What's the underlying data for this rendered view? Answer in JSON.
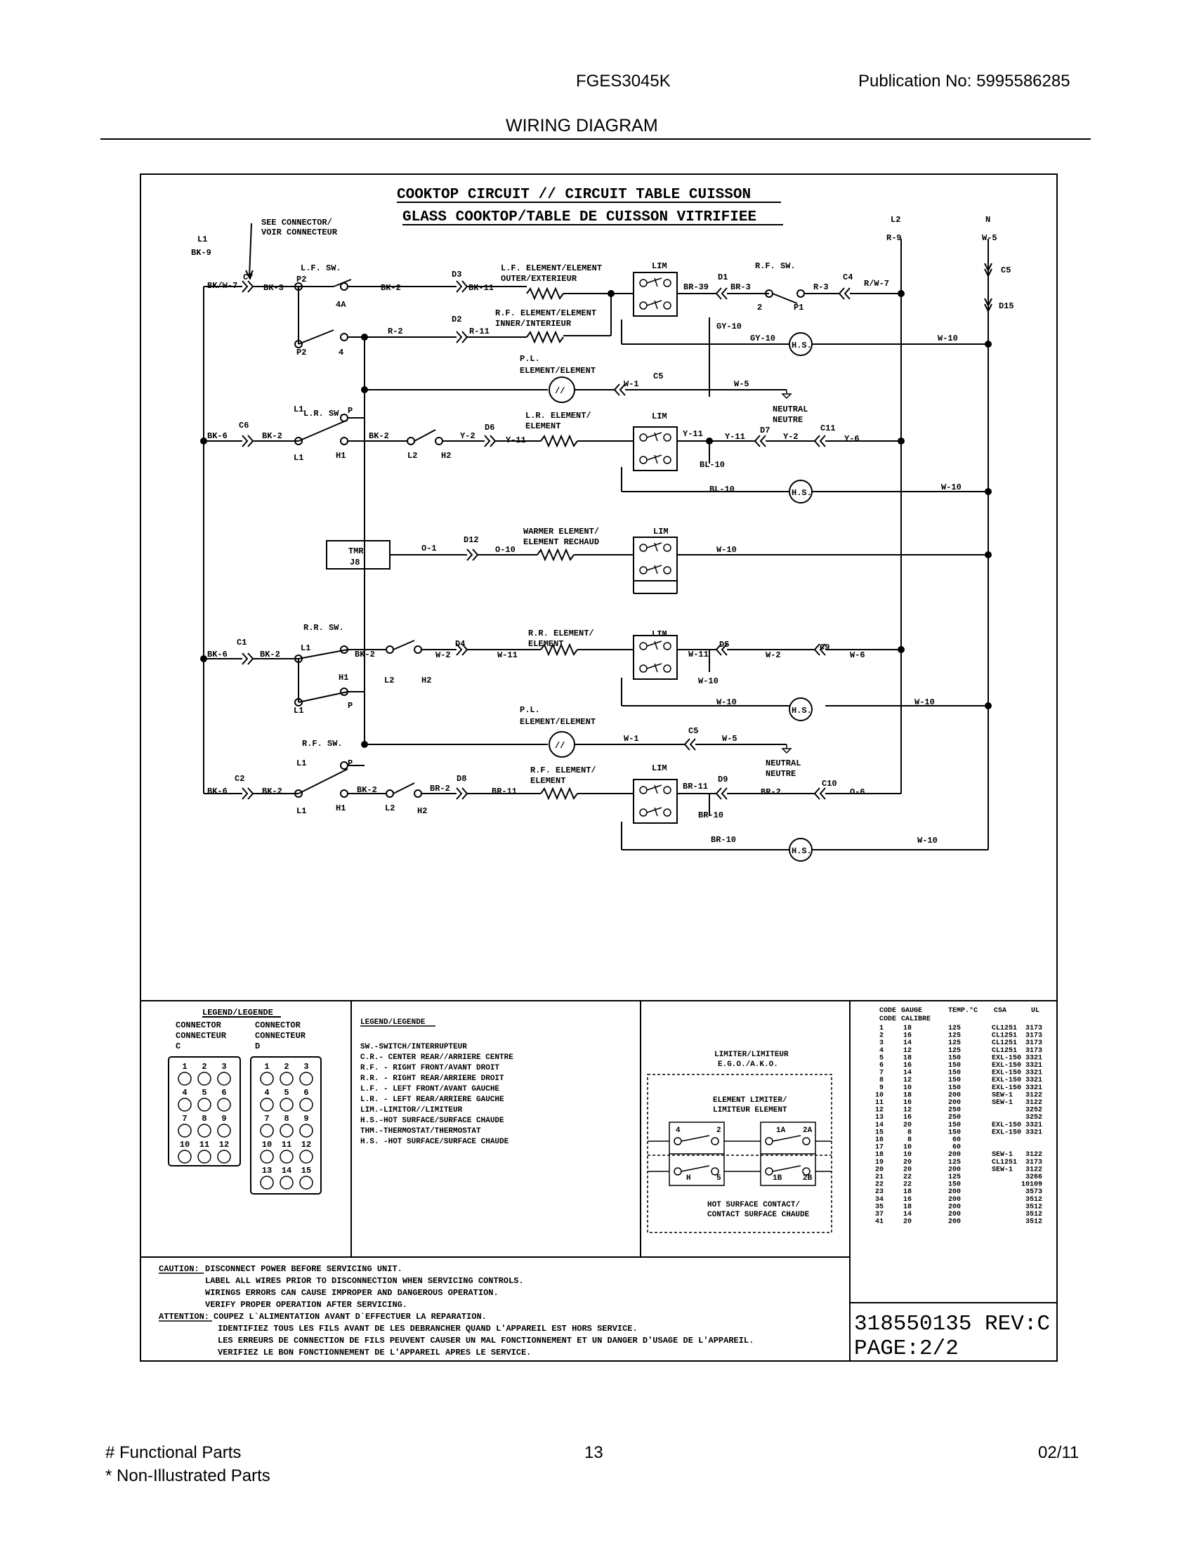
{
  "header": {
    "model": "FGES3045K",
    "publication": "Publication No:  5995586285",
    "title": "WIRING DIAGRAM"
  },
  "footer": {
    "functional": "# Functional Parts",
    "non_illustrated": "* Non-Illustrated Parts",
    "page": "13",
    "date": "02/11"
  },
  "diagram": {
    "title1": "COOKTOP CIRCUIT // CIRCUIT TABLE CUISSON",
    "title2": "GLASS COOKTOP/TABLE DE CUISSON VITRIFIEE",
    "see_connector": "SEE CONNECTOR/",
    "voir_connecteur": "VOIR CONNECTEUR",
    "L1": "L1",
    "BK9": "BK-9",
    "L2": "L2",
    "R9": "R-9",
    "N": "N",
    "W5": "W-5",
    "C5": "C5",
    "D15": "D15",
    "lf_sw": "L.F. SW.",
    "lr_sw": "L.R. SW.",
    "rr_sw": "R.R. SW.",
    "rf_sw_top": "R.F. SW.",
    "rf_sw": "R.F. SW.",
    "lf_elem1": "L.F. ELEMENT/ELEMENT",
    "lf_elem2": "OUTER/EXTERIEUR",
    "rf_inner1": "R.F. ELEMENT/ELEMENT",
    "rf_inner2": "INNER/INTERIEUR",
    "pl1": "P.L.",
    "pl2": "ELEMENT/ELEMENT",
    "lr_elem1": "L.R. ELEMENT/",
    "lr_elem2": "ELEMENT",
    "warmer1": "WARMER ELEMENT/",
    "warmer2": "ELEMENT RECHAUD",
    "rr_elem1": "R.R. ELEMENT/",
    "rr_elem2": "ELEMENT",
    "rf_elem1": "R.F. ELEMENT/",
    "rf_elem2": "ELEMENT",
    "lim": "LIM",
    "hs": "H.S.",
    "pl_sym": "//",
    "neutral1": "NEUTRAL",
    "neutral2": "NEUTRE",
    "tmr1": "TMR",
    "tmr2": "J8",
    "wires": {
      "bkw7": "BK/W-7",
      "c7": "C7",
      "bk3": "BK-3",
      "p2": "P2",
      "bk2": "BK-2",
      "d3": "D3",
      "bk11": "BK-11",
      "n4a": "4A",
      "n4": "4",
      "r2": "R-2",
      "d2": "D2",
      "r11": "R-11",
      "br39": "BR-39",
      "d1": "D1",
      "br3": "BR-3",
      "n2": "2",
      "p1": "P1",
      "r3": "R-3",
      "c4": "C4",
      "rw7": "R/W-7",
      "gy10": "GY-10",
      "w10": "W-10",
      "w1": "W-1",
      "c5": "C5",
      "w5": "W-5",
      "bk6": "BK-6",
      "c6": "C6",
      "l1": "L1",
      "h1": "H1",
      "l2": "L2",
      "h2": "H2",
      "p": "P",
      "y2": "Y-2",
      "d6": "D6",
      "y11": "Y-11",
      "d7": "D7",
      "c11": "C11",
      "y6": "Y-6",
      "bl10": "BL-10",
      "o1": "O-1",
      "d12": "D12",
      "o10": "O-10",
      "c1": "C1",
      "d4": "D4",
      "w11": "W-11",
      "d5": "D5",
      "w2": "W-2",
      "c9": "C9",
      "w6": "W-6",
      "c2": "C2",
      "d8": "D8",
      "br2": "BR-2",
      "br11": "BR-11",
      "d9": "D9",
      "c10": "C10",
      "o6": "O-6",
      "br10": "BR-10"
    }
  },
  "legend_conn": {
    "title": "LEGEND/LEGENDE",
    "c_head1": "CONNECTOR",
    "c_head2": "CONNECTEUR",
    "c_head3": "C",
    "d_head1": "CONNECTOR",
    "d_head2": "CONNECTEUR",
    "d_head3": "D",
    "c_nums": [
      "1",
      "2",
      "3",
      "4",
      "5",
      "6",
      "7",
      "8",
      "9",
      "10",
      "11",
      "12"
    ],
    "d_nums": [
      "1",
      "2",
      "3",
      "4",
      "5",
      "6",
      "7",
      "8",
      "9",
      "10",
      "11",
      "12",
      "13",
      "14",
      "15"
    ]
  },
  "legend_abbr": {
    "title": "LEGEND/LEGENDE",
    "lines": [
      "SW.-SWITCH/INTERRUPTEUR",
      "C.R.- CENTER REAR//ARRIERE CENTRE",
      "R.F. - RIGHT FRONT/AVANT DROIT",
      "R.R. - RIGHT REAR/ARRIERE DROIT",
      "L.F. - LEFT FRONT/AVANT GAUCHE",
      "L.R. - LEFT REAR/ARRIERE GAUCHE",
      "LIM.-LIMITOR//LIMITEUR",
      "H.S.-HOT SURFACE/SURFACE CHAUDE",
      "THM.-THERMOSTAT/THERMOSTAT",
      "H.S. -HOT SURFACE/SURFACE CHAUDE"
    ]
  },
  "limiter": {
    "title1": "LIMITER/LIMITEUR",
    "title2": "E.G.O./A.K.O.",
    "elem1": "ELEMENT LIMITER/",
    "elem2": "LIMITEUR ELEMENT",
    "hs1": "HOT SURFACE CONTACT/",
    "hs2": "CONTACT SURFACE CHAUDE",
    "t4": "4",
    "t2": "2",
    "tH": "H",
    "t5": "5",
    "t1A": "1A",
    "t2A": "2A",
    "t1B": "1B",
    "t2B": "2B"
  },
  "code_table": {
    "headers": [
      "CODE",
      "GAUGE",
      "TEMP.°C",
      "CSA",
      "UL"
    ],
    "headers2": [
      "CODE",
      "CALIBRE",
      "",
      "",
      ""
    ],
    "rows": [
      [
        "1",
        "18",
        "125",
        "CL1251",
        "3173"
      ],
      [
        "2",
        "16",
        "125",
        "CL1251",
        "3173"
      ],
      [
        "3",
        "14",
        "125",
        "CL1251",
        "3173"
      ],
      [
        "4",
        "12",
        "125",
        "CL1251",
        "3173"
      ],
      [
        "5",
        "18",
        "150",
        "EXL-150",
        "3321"
      ],
      [
        "6",
        "16",
        "150",
        "EXL-150",
        "3321"
      ],
      [
        "7",
        "14",
        "150",
        "EXL-150",
        "3321"
      ],
      [
        "8",
        "12",
        "150",
        "EXL-150",
        "3321"
      ],
      [
        "9",
        "10",
        "150",
        "EXL-150",
        "3321"
      ],
      [
        "10",
        "18",
        "200",
        "SEW-1",
        "3122"
      ],
      [
        "11",
        "16",
        "200",
        "SEW-1",
        "3122"
      ],
      [
        "12",
        "12",
        "250",
        "",
        "3252"
      ],
      [
        "13",
        "16",
        "250",
        "",
        "3252"
      ],
      [
        "14",
        "20",
        "150",
        "EXL-150",
        "3321"
      ],
      [
        "15",
        "8",
        "150",
        "EXL-150",
        "3321"
      ],
      [
        "16",
        "8",
        "60",
        "",
        ""
      ],
      [
        "17",
        "10",
        "60",
        "",
        ""
      ],
      [
        "18",
        "10",
        "200",
        "SEW-1",
        "3122"
      ],
      [
        "19",
        "20",
        "125",
        "CL1251",
        "3173"
      ],
      [
        "20",
        "20",
        "200",
        "SEW-1",
        "3122"
      ],
      [
        "21",
        "22",
        "125",
        "",
        "3266"
      ],
      [
        "22",
        "22",
        "150",
        "",
        "10109"
      ],
      [
        "23",
        "18",
        "200",
        "",
        "3573"
      ],
      [
        "34",
        "16",
        "200",
        "",
        "3512"
      ],
      [
        "35",
        "18",
        "200",
        "",
        "3512"
      ],
      [
        "37",
        "14",
        "200",
        "",
        "3512"
      ],
      [
        "41",
        "20",
        "200",
        "",
        "3512"
      ]
    ]
  },
  "caution": {
    "label": "CAUTION:",
    "line1": "DISCONNECT POWER BEFORE SERVICING UNIT.",
    "line2": "LABEL ALL WIRES PRIOR TO DISCONNECTION WHEN SERVICING CONTROLS.",
    "line3": "WIRINGS ERRORS CAN CAUSE IMPROPER AND DANGEROUS OPERATION.",
    "line4": "VERIFY PROPER OPERATION AFTER SERVICING.",
    "att_label": "ATTENTION:",
    "att1": "COUPEZ L`ALIMENTATION AVANT D`EFFECTUER LA REPARATION.",
    "att2": "IDENTIFIEZ TOUS LES FILS AVANT DE LES DEBRANCHER QUAND L'APPAREIL EST HORS SERVICE.",
    "att3": "LES ERREURS DE CONNECTION DE FILS PEUVENT CAUSER UN MAL FONCTIONNEMENT ET UN DANGER D'USAGE DE L'APPAREIL.",
    "att4": "VERIFIEZ LE BON FONCTIONNEMENT DE L'APPAREIL APRES LE SERVICE."
  },
  "docnum": {
    "number": "318550135 REV:C",
    "page": "PAGE:2/2"
  }
}
